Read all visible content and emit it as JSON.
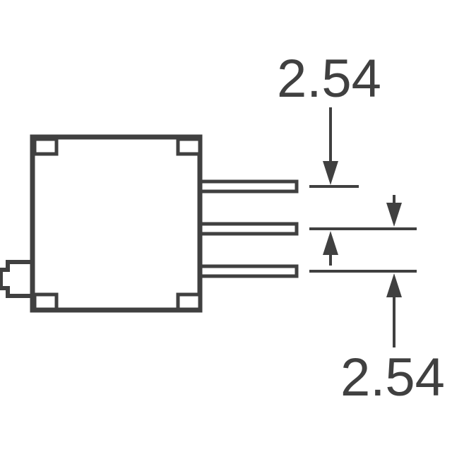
{
  "diagram": {
    "dimensions": {
      "top_label": "2.54",
      "bottom_label": "2.54"
    },
    "pins": {
      "count": 3
    },
    "colors": {
      "line": "#404040",
      "background": "#ffffff"
    }
  }
}
